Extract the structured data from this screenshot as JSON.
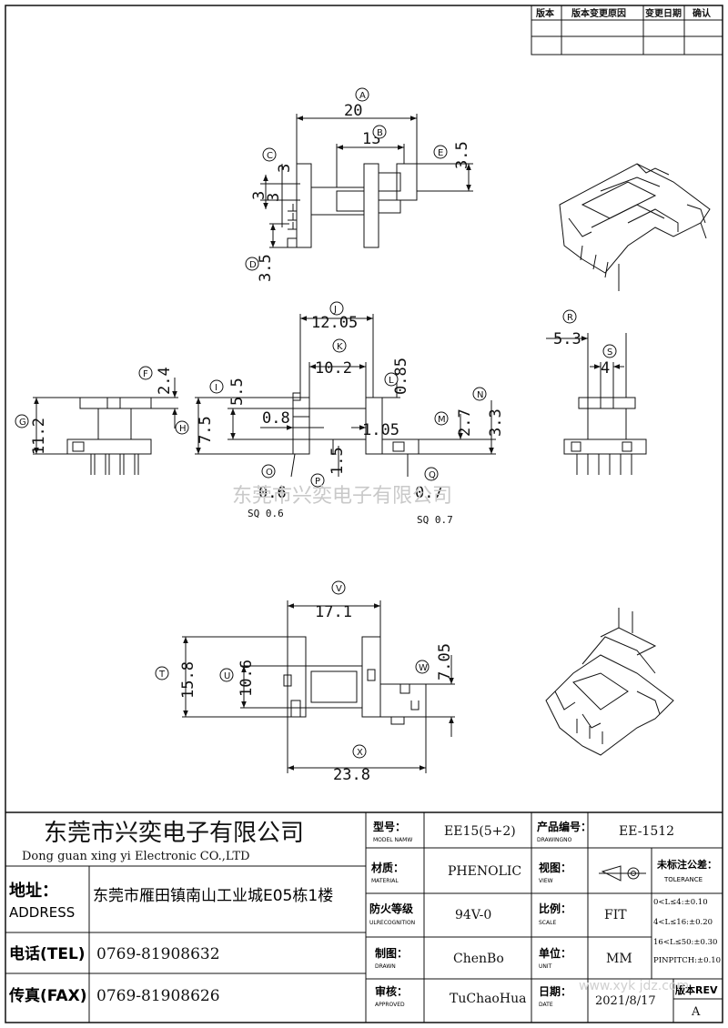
{
  "revision_table": {
    "headers": [
      "版本",
      "版本变更原因",
      "变更日期",
      "确认"
    ]
  },
  "watermark": "东莞市兴奕电子有限公司",
  "watermark_url": "www.xyk jdz.com",
  "top_view": {
    "bubbles": [
      "A",
      "B",
      "C",
      "D",
      "E"
    ],
    "dims": [
      "20",
      "13",
      "3",
      "3",
      "3",
      "3.5",
      "3.5"
    ]
  },
  "middle_view": {
    "bubbles": [
      "F",
      "G",
      "H",
      "I",
      "J",
      "K",
      "L",
      "M",
      "N",
      "O",
      "P",
      "Q",
      "R",
      "S"
    ],
    "dims": [
      "2.4",
      "11.2",
      "7.5",
      "5.5",
      "0.8",
      "12.05",
      "10.2",
      "0.85",
      "1.05",
      "2.7",
      "3.3",
      "0.6",
      "1.5",
      "0.7",
      "5.3",
      "4"
    ],
    "notes": [
      "SQ 0.6",
      "SQ 0.7"
    ]
  },
  "bottom_view": {
    "bubbles": [
      "T",
      "U",
      "V",
      "W",
      "X"
    ],
    "dims": [
      "15.8",
      "10.6",
      "17.1",
      "7.05",
      "23.8"
    ]
  },
  "title_block": {
    "company_cn": "东莞市兴奕电子有限公司",
    "company_en": "Dong guan xing yi Electronic CO.,LTD",
    "address_label": "地址：",
    "address_label_en": "ADDRESS",
    "address": "东莞市雁田镇南山工业城E05栋1楼",
    "tel_label": "电话(TEL)",
    "tel": "0769-81908632",
    "fax_label": "传真(FAX)",
    "fax": "0769-81908626",
    "model_label": "型号：",
    "model_label_en": "MODEL NAMW",
    "model": "EE15(5+2)",
    "drawing_no_label": "产品编号：",
    "drawing_no_label_en": "DRAWINGNO",
    "drawing_no": "EE-1512",
    "material_label": "材质：",
    "material_label_en": "MATERIAL",
    "material": "PHENOLIC",
    "view_label": "视图：",
    "view_label_en": "VIEW",
    "fire_label": "防火等级",
    "fire_label_en": "ULRECOGNITION",
    "fire": "94V-0",
    "scale_label": "比例：",
    "scale_label_en": "SCALE",
    "scale": "FIT",
    "drawn_label": "制图：",
    "drawn_label_en": "DRAWN",
    "drawn": "ChenBo",
    "unit_label": "单位：",
    "unit_label_en": "UNIT",
    "unit": "MM",
    "approved_label": "审核：",
    "approved_label_en": "APPROVED",
    "approved": "TuChaoHua",
    "date_label": "日期：",
    "date_label_en": "DATE",
    "date": "2021/8/17",
    "tolerance_title": "未标注公差：",
    "tolerance_title_en": "TOLERANCE",
    "tolerances": [
      "0<L≤4:±0.10",
      "4<L≤16:±0.20",
      "16<L≤50:±0.30",
      "PINPITCH:±0.10"
    ],
    "rev_label": "版本REV",
    "rev": "A"
  }
}
